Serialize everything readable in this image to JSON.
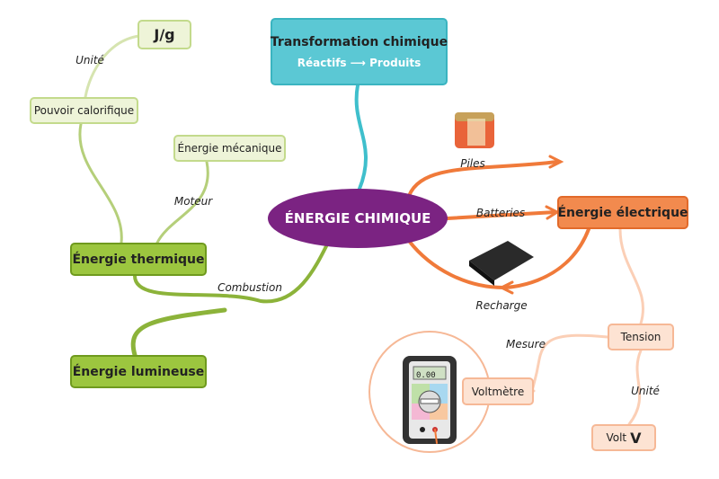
{
  "central": "ÉNERGIE CHIMIQUE",
  "transformation": {
    "title": "Transformation chimique",
    "from": "Réactifs",
    "to": "Produits"
  },
  "nodes": {
    "jg": "J/g",
    "pouvoir": "Pouvoir calorifique",
    "mecanique": "Énergie mécanique",
    "thermique": "Énergie thermique",
    "lumineuse": "Énergie lumineuse",
    "electrique": "Énergie électrique",
    "tension": "Tension",
    "voltmetre": "Voltmètre",
    "volt": "Volt",
    "volt_symbol": "V"
  },
  "labels": {
    "unite1": "Unité",
    "moteur": "Moteur",
    "combustion": "Combustion",
    "piles": "Piles",
    "batteries": "Batteries",
    "recharge": "Recharge",
    "mesure": "Mesure",
    "unite2": "Unité"
  },
  "meter_display": "0.00",
  "colors": {
    "green": "#9cc63f",
    "cyan": "#5bc8d4",
    "purple": "#7b2382",
    "orange": "#f28a4e"
  }
}
